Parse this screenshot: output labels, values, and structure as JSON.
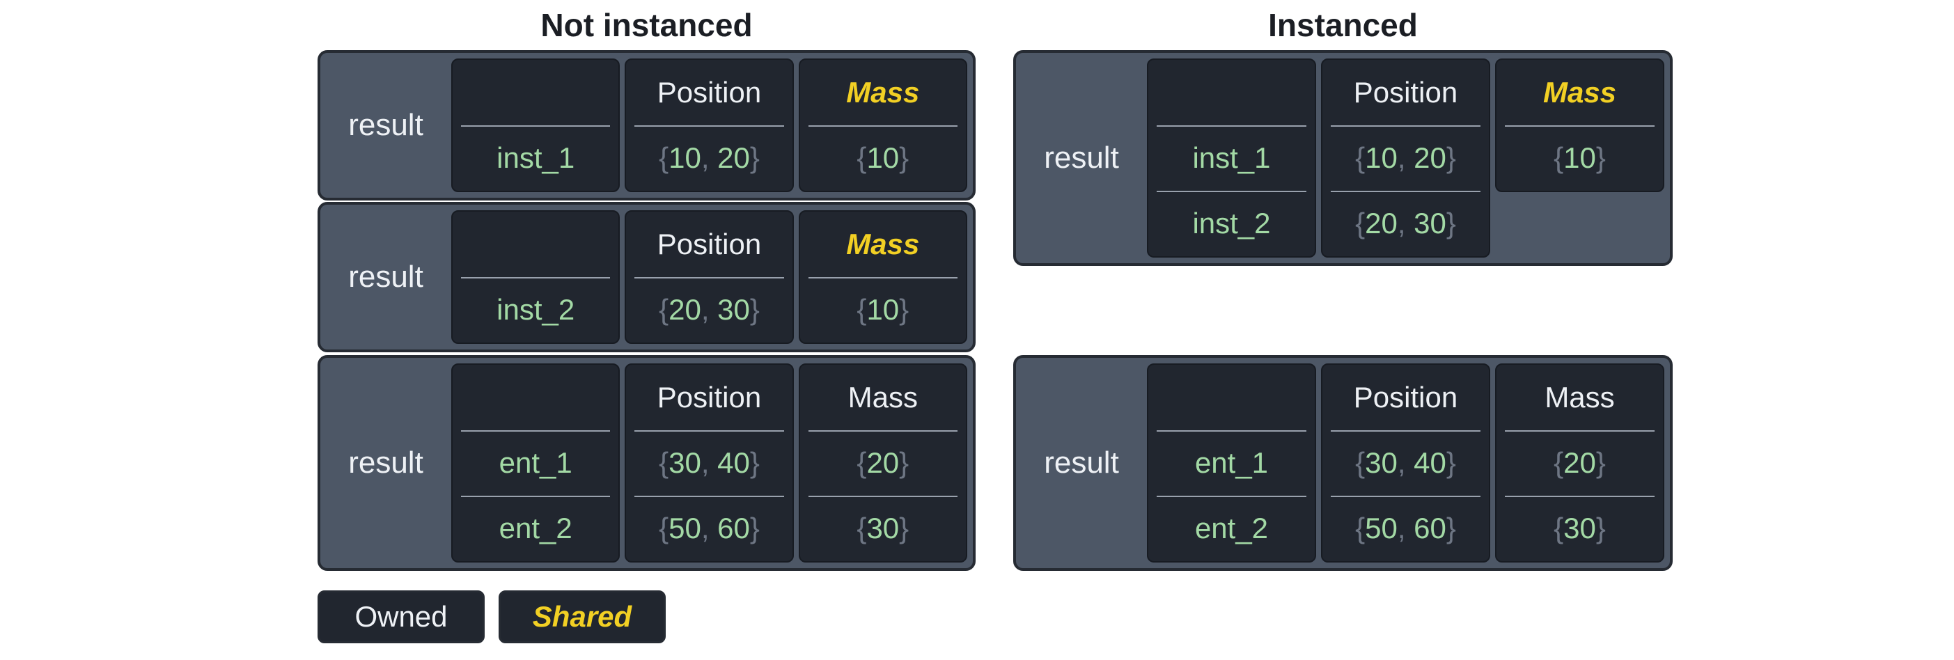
{
  "titles": {
    "left": "Not instanced",
    "right": "Instanced"
  },
  "legend": {
    "owned": "Owned",
    "shared": "Shared"
  },
  "colors": {
    "accent_shared": "#f2d024",
    "value_green": "#a3d9a5",
    "punct_gray": "#6e7684",
    "box_slate": "#4d5766",
    "cell_dark": "#21262f",
    "border_dark": "#262b33",
    "divider_gray": "#99a1ad",
    "header_white": "#eef1f5"
  },
  "left_boxes": [
    {
      "label": "result",
      "columns": [
        {
          "header": "",
          "shared": false,
          "values": [
            "inst_1"
          ]
        },
        {
          "header": "Position",
          "shared": false,
          "values": [
            "{10, 20}"
          ]
        },
        {
          "header": "Mass",
          "shared": true,
          "values": [
            "{10}"
          ]
        }
      ]
    },
    {
      "label": "result",
      "columns": [
        {
          "header": "",
          "shared": false,
          "values": [
            "inst_2"
          ]
        },
        {
          "header": "Position",
          "shared": false,
          "values": [
            "{20, 30}"
          ]
        },
        {
          "header": "Mass",
          "shared": true,
          "values": [
            "{10}"
          ]
        }
      ]
    },
    {
      "label": "result",
      "columns": [
        {
          "header": "",
          "shared": false,
          "values": [
            "ent_1",
            "ent_2"
          ]
        },
        {
          "header": "Position",
          "shared": false,
          "values": [
            "{30, 40}",
            "{50, 60}"
          ]
        },
        {
          "header": "Mass",
          "shared": false,
          "values": [
            "{20}",
            "{30}"
          ]
        }
      ]
    }
  ],
  "right_boxes": [
    {
      "label": "result",
      "columns": [
        {
          "header": "",
          "shared": false,
          "values": [
            "inst_1",
            "inst_2"
          ]
        },
        {
          "header": "Position",
          "shared": false,
          "values": [
            "{10, 20}",
            "{20, 30}"
          ]
        },
        {
          "header": "Mass",
          "shared": true,
          "values": [
            "{10}"
          ]
        }
      ]
    },
    {
      "label": "result",
      "columns": [
        {
          "header": "",
          "shared": false,
          "values": [
            "ent_1",
            "ent_2"
          ]
        },
        {
          "header": "Position",
          "shared": false,
          "values": [
            "{30, 40}",
            "{50, 60}"
          ]
        },
        {
          "header": "Mass",
          "shared": false,
          "values": [
            "{20}",
            "{30}"
          ]
        }
      ]
    }
  ]
}
